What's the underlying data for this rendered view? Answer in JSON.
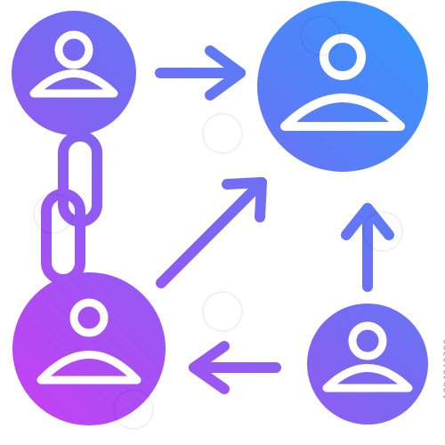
{
  "icon": {
    "gradient_top": "#2f9bff",
    "gradient_bottom": "#cf3bf5",
    "gradient_mid": "#7b67f2",
    "glyph_color": "#ffffff",
    "nodes": [
      {
        "name": "top-left-user",
        "icon": "user-icon"
      },
      {
        "name": "top-right-user",
        "icon": "user-icon"
      },
      {
        "name": "bottom-left-user",
        "icon": "user-icon"
      },
      {
        "name": "bottom-right-user",
        "icon": "user-icon"
      }
    ],
    "connectors": [
      {
        "name": "arrow-right",
        "icon": "arrow-right-icon"
      },
      {
        "name": "arrow-diagonal",
        "icon": "arrow-up-right-icon"
      },
      {
        "name": "arrow-up",
        "icon": "arrow-up-icon"
      },
      {
        "name": "arrow-left",
        "icon": "arrow-left-icon"
      },
      {
        "name": "chain-link",
        "icon": "chain-link-icon"
      }
    ]
  },
  "watermark": {
    "stock_id": "1394240390"
  }
}
